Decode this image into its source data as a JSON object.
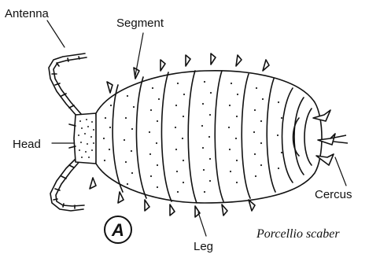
{
  "diagram": {
    "labels": {
      "antenna": "Antenna",
      "segment": "Segment",
      "head": "Head",
      "cercus": "Cercus",
      "leg": "Leg",
      "species": "Porcellio scaber",
      "panel": "A"
    }
  }
}
